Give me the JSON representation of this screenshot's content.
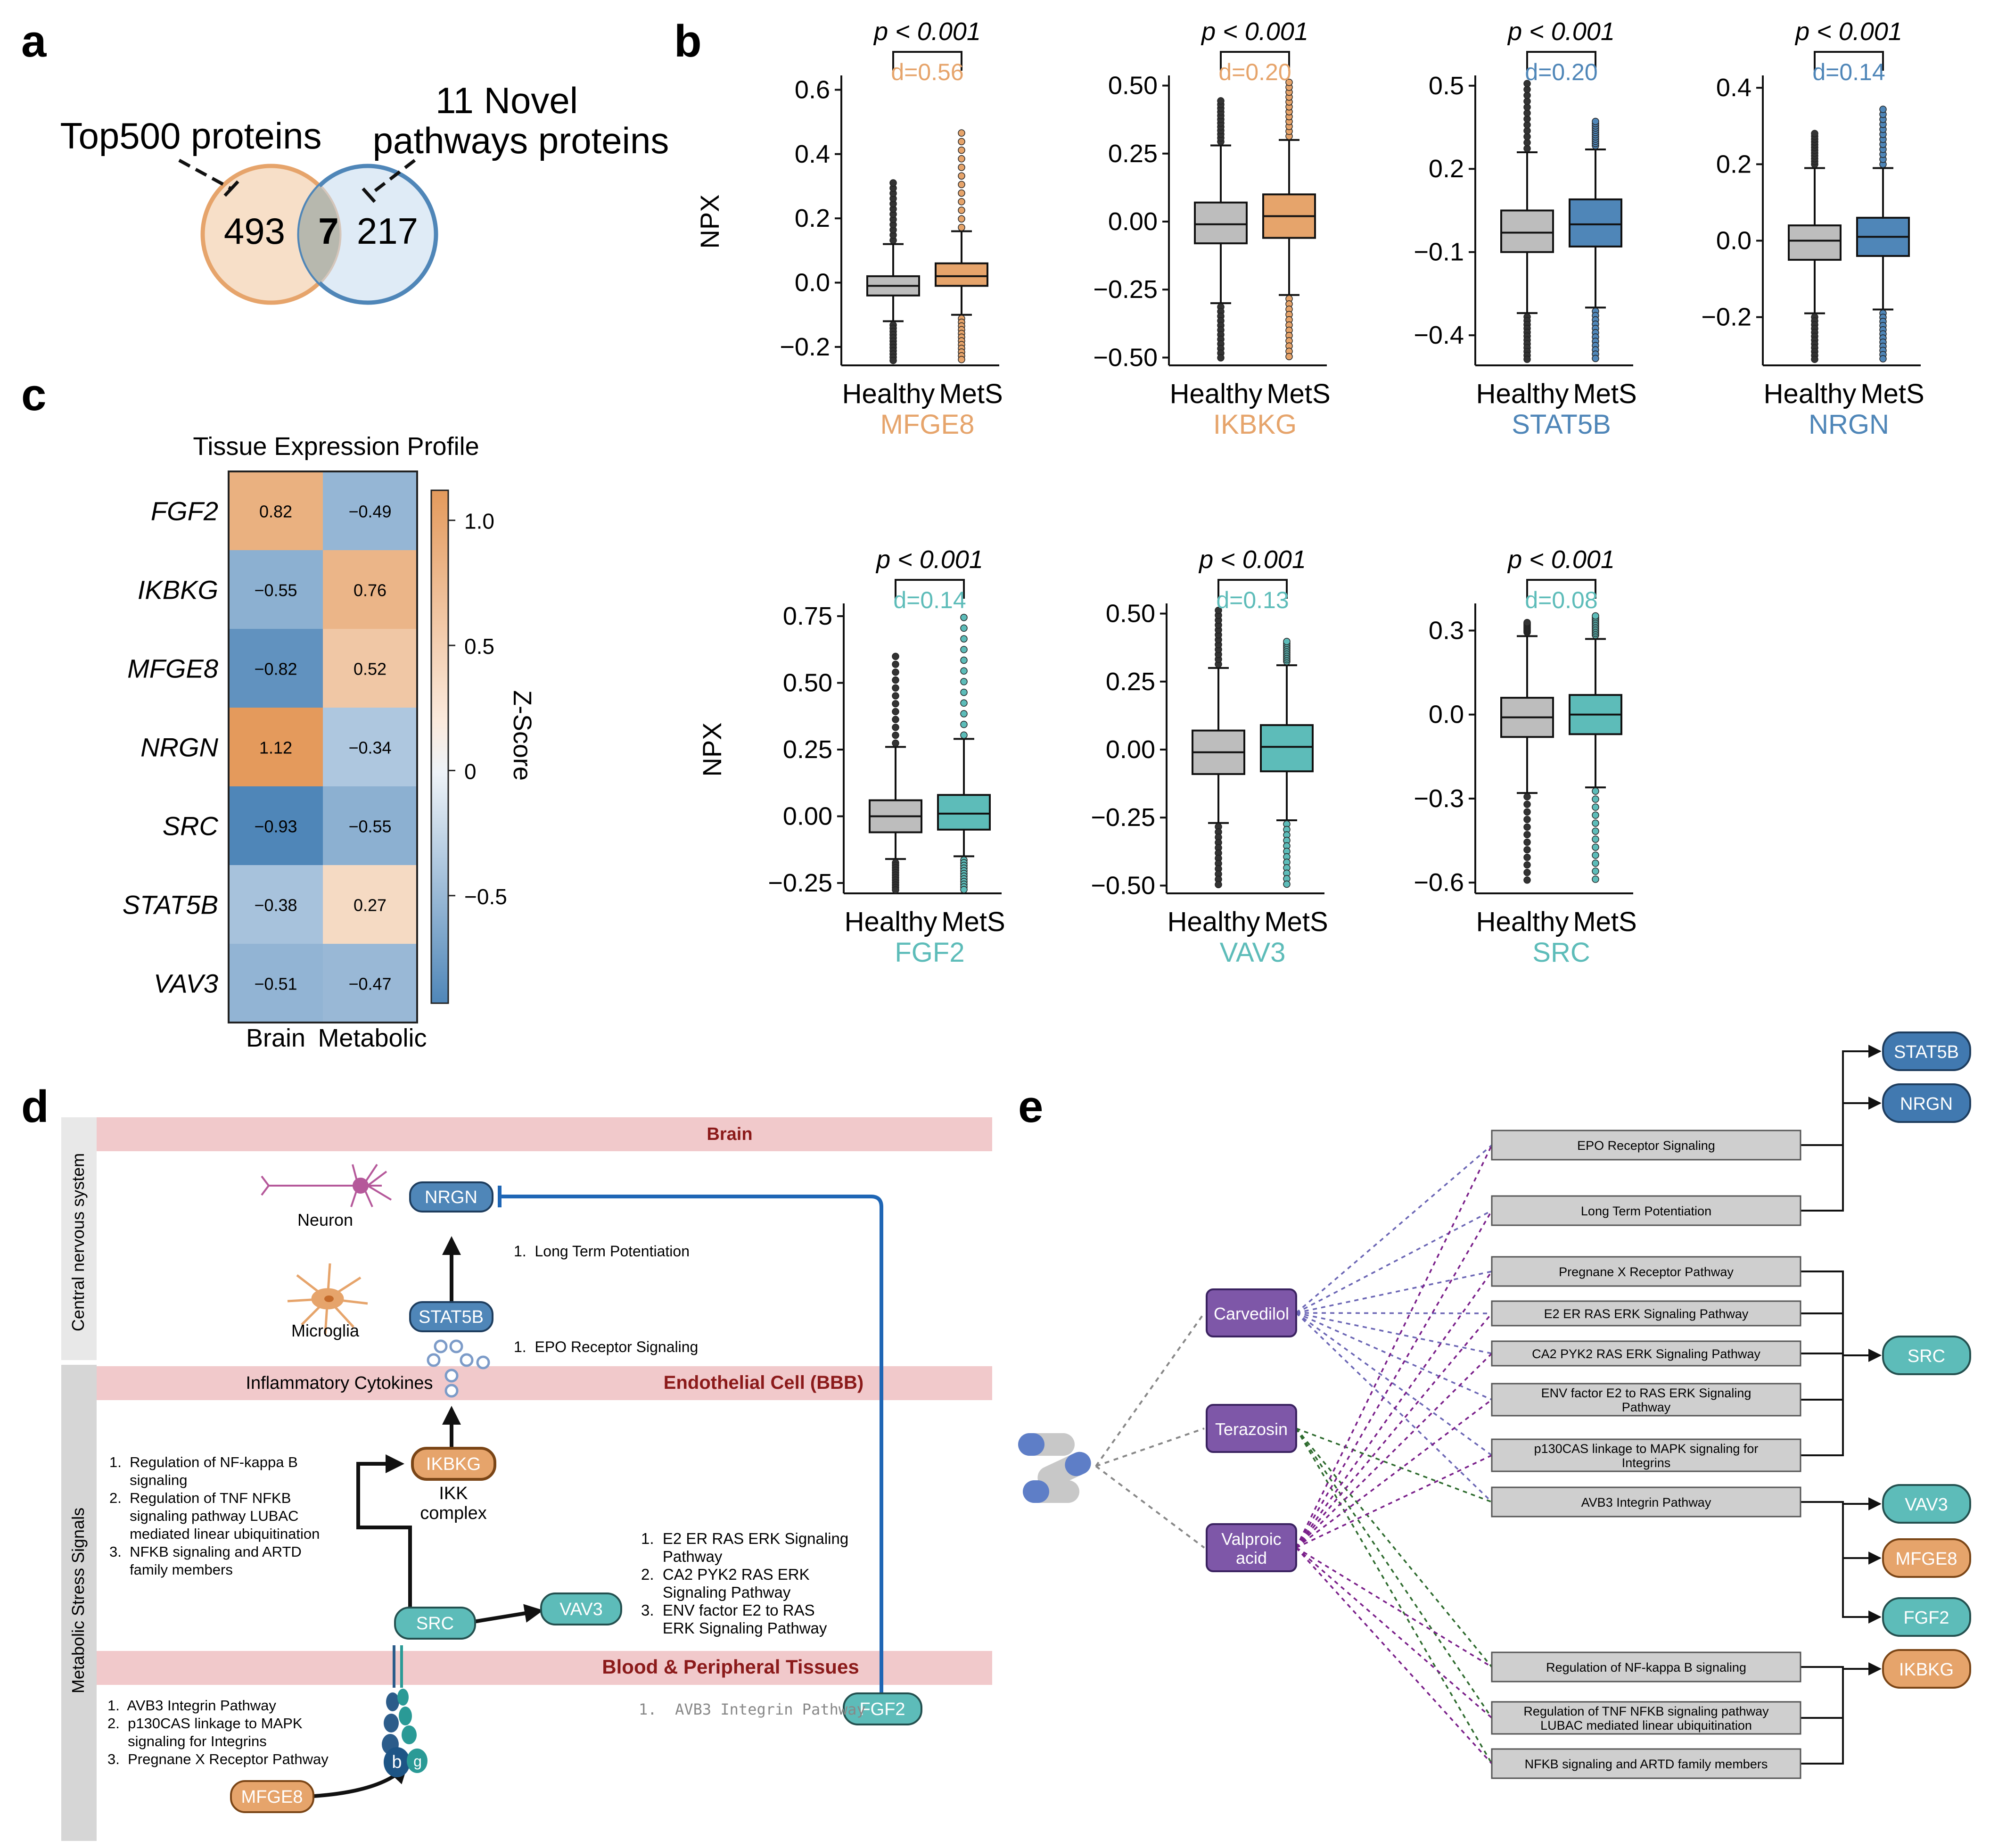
{
  "panel_letters": {
    "a": "a",
    "b": "b",
    "c": "c",
    "d": "d",
    "e": "e"
  },
  "colors": {
    "orange": "#E6A46B",
    "orange_dark": "#D9823F",
    "orange_light": "#F6DCC2",
    "blue": "#4F86B8",
    "blue_light": "#C9DDF0",
    "teal": "#5DBCB9",
    "gray_box": "#BDBDBD",
    "pink_band": "#F1C9CB",
    "band_text": "#8B1A1A",
    "purple": "#7E57A8",
    "stat5b_node": "#4179B0",
    "red_text": "#C0392B"
  },
  "venn": {
    "left_label": "Top500 proteins",
    "right_label_line1": "11 Novel",
    "right_label_line2": "pathways proteins",
    "left_only": "493",
    "overlap": "7",
    "right_only": "217"
  },
  "boxplots": {
    "p_label": "p < 0.001",
    "ylabel": "NPX",
    "group_labels": [
      "Healthy",
      "MetS"
    ],
    "row1": [
      {
        "gene": "MFGE8",
        "d": "d=0.56",
        "color": "#E6A46B",
        "ticks": [
          "0.6",
          "0.4",
          "0.2",
          "0.0",
          "−0.2"
        ]
      },
      {
        "gene": "IKBKG",
        "d": "d=0.20",
        "color": "#E6A46B",
        "ticks": [
          "0.50",
          "0.25",
          "0.00",
          "−0.25",
          "−0.50"
        ]
      },
      {
        "gene": "STAT5B",
        "d": "d=0.20",
        "color": "#4F86B8",
        "ticks": [
          "0.5",
          "0.2",
          "−0.1",
          "−0.4"
        ]
      },
      {
        "gene": "NRGN",
        "d": "d=0.14",
        "color": "#4F86B8",
        "ticks": [
          "0.4",
          "0.2",
          "0.0",
          "−0.2"
        ]
      }
    ],
    "row2": [
      {
        "gene": "FGF2",
        "d": "d=0.14",
        "color": "#5DBCB9",
        "ticks": [
          "0.75",
          "0.50",
          "0.25",
          "0.00",
          "−0.25"
        ]
      },
      {
        "gene": "VAV3",
        "d": "d=0.13",
        "color": "#5DBCB9",
        "ticks": [
          "0.50",
          "0.25",
          "0.00",
          "−0.25",
          "−0.50"
        ]
      },
      {
        "gene": "SRC",
        "d": "d=0.08",
        "color": "#5DBCB9",
        "ticks": [
          "0.3",
          "0.0",
          "−0.3",
          "−0.6"
        ]
      }
    ]
  },
  "heatmap": {
    "title": "Tissue Expression Profile",
    "rows": [
      "FGF2",
      "IKBKG",
      "MFGE8",
      "NRGN",
      "SRC",
      "STAT5B",
      "VAV3"
    ],
    "columns": [
      "Brain",
      "Metabolic"
    ],
    "values": [
      [
        "0.82",
        "−0.49"
      ],
      [
        "−0.55",
        "0.76"
      ],
      [
        "−0.82",
        "0.52"
      ],
      [
        "1.12",
        "−0.34"
      ],
      [
        "−0.93",
        "−0.55"
      ],
      [
        "−0.38",
        "0.27"
      ],
      [
        "−0.51",
        "−0.47"
      ]
    ],
    "colorbar_label": "Z-Score",
    "colorbar_ticks": [
      "1.0",
      "0.5",
      "0",
      "−0.5"
    ]
  },
  "chart_data": [
    {
      "type": "heatmap",
      "title": "Tissue Expression Profile",
      "rows": [
        "FGF2",
        "IKBKG",
        "MFGE8",
        "NRGN",
        "SRC",
        "STAT5B",
        "VAV3"
      ],
      "columns": [
        "Brain",
        "Metabolic"
      ],
      "values": [
        [
          0.82,
          -0.49
        ],
        [
          -0.55,
          0.76
        ],
        [
          -0.82,
          0.52
        ],
        [
          1.12,
          -0.34
        ],
        [
          -0.93,
          -0.55
        ],
        [
          -0.38,
          0.27
        ],
        [
          -0.51,
          -0.47
        ]
      ],
      "colorbar_label": "Z-Score",
      "colorbar_range": [
        -0.93,
        1.12
      ]
    },
    {
      "type": "box",
      "gene": "MFGE8",
      "categories": [
        "Healthy",
        "MetS"
      ],
      "ylabel": "NPX",
      "ylim": [
        -0.25,
        0.63
      ],
      "series": [
        {
          "name": "Healthy",
          "median": -0.01,
          "q1": -0.04,
          "q3": 0.02,
          "whisker_low": -0.12,
          "whisker_high": 0.12
        },
        {
          "name": "MetS",
          "median": 0.02,
          "q1": -0.01,
          "q3": 0.06,
          "whisker_low": -0.1,
          "whisker_high": 0.16
        }
      ]
    },
    {
      "type": "box",
      "gene": "IKBKG",
      "categories": [
        "Healthy",
        "MetS"
      ],
      "ylabel": "",
      "ylim": [
        -0.52,
        0.52
      ],
      "series": [
        {
          "name": "Healthy",
          "median": -0.01,
          "q1": -0.08,
          "q3": 0.07,
          "whisker_low": -0.3,
          "whisker_high": 0.28
        },
        {
          "name": "MetS",
          "median": 0.02,
          "q1": -0.06,
          "q3": 0.1,
          "whisker_low": -0.27,
          "whisker_high": 0.3
        }
      ]
    },
    {
      "type": "box",
      "gene": "STAT5B",
      "categories": [
        "Healthy",
        "MetS"
      ],
      "ylabel": "",
      "ylim": [
        -0.5,
        0.52
      ],
      "series": [
        {
          "name": "Healthy",
          "median": -0.03,
          "q1": -0.1,
          "q3": 0.05,
          "whisker_low": -0.32,
          "whisker_high": 0.26
        },
        {
          "name": "MetS",
          "median": 0.0,
          "q1": -0.08,
          "q3": 0.09,
          "whisker_low": -0.3,
          "whisker_high": 0.27
        }
      ]
    },
    {
      "type": "box",
      "gene": "NRGN",
      "categories": [
        "Healthy",
        "MetS"
      ],
      "ylabel": "",
      "ylim": [
        -0.32,
        0.42
      ],
      "series": [
        {
          "name": "Healthy",
          "median": 0.0,
          "q1": -0.05,
          "q3": 0.04,
          "whisker_low": -0.19,
          "whisker_high": 0.19
        },
        {
          "name": "MetS",
          "median": 0.01,
          "q1": -0.04,
          "q3": 0.06,
          "whisker_low": -0.18,
          "whisker_high": 0.19
        }
      ]
    },
    {
      "type": "box",
      "gene": "FGF2",
      "categories": [
        "Healthy",
        "MetS"
      ],
      "ylabel": "NPX",
      "ylim": [
        -0.28,
        0.78
      ],
      "series": [
        {
          "name": "Healthy",
          "median": 0.0,
          "q1": -0.06,
          "q3": 0.06,
          "whisker_low": -0.16,
          "whisker_high": 0.26
        },
        {
          "name": "MetS",
          "median": 0.01,
          "q1": -0.05,
          "q3": 0.08,
          "whisker_low": -0.15,
          "whisker_high": 0.29
        }
      ]
    },
    {
      "type": "box",
      "gene": "VAV3",
      "categories": [
        "Healthy",
        "MetS"
      ],
      "ylabel": "",
      "ylim": [
        -0.52,
        0.52
      ],
      "series": [
        {
          "name": "Healthy",
          "median": -0.01,
          "q1": -0.09,
          "q3": 0.07,
          "whisker_low": -0.27,
          "whisker_high": 0.3
        },
        {
          "name": "MetS",
          "median": 0.01,
          "q1": -0.08,
          "q3": 0.09,
          "whisker_low": -0.26,
          "whisker_high": 0.31
        }
      ]
    },
    {
      "type": "box",
      "gene": "SRC",
      "categories": [
        "Healthy",
        "MetS"
      ],
      "ylabel": "",
      "ylim": [
        -0.63,
        0.38
      ],
      "series": [
        {
          "name": "Healthy",
          "median": -0.01,
          "q1": -0.08,
          "q3": 0.06,
          "whisker_low": -0.28,
          "whisker_high": 0.28
        },
        {
          "name": "MetS",
          "median": 0.0,
          "q1": -0.07,
          "q3": 0.07,
          "whisker_low": -0.26,
          "whisker_high": 0.27
        }
      ]
    }
  ],
  "pathway_diagram": {
    "side_labels": [
      "Central nervous system",
      "Metabolic Stress Signals"
    ],
    "bands": [
      "Brain",
      "Endothelial Cell (BBB)",
      "Blood & Peripheral Tissues"
    ],
    "cells": [
      "Neuron",
      "Microglia"
    ],
    "nodes": [
      "NRGN",
      "STAT5B",
      "IKBKG",
      "SRC",
      "VAV3",
      "FGF2",
      "MFGE8"
    ],
    "ikk_complex": [
      "IKK",
      "complex"
    ],
    "cytokines": "Inflammatory Cytokines",
    "integrin_letters": [
      "b",
      "g"
    ],
    "nrgn_note": [
      "1.  Long Term Potentiation"
    ],
    "stat5b_note": [
      "1.  EPO Receptor Signaling"
    ],
    "nfkb_notes": [
      "1.  Regulation of NF-kappa B",
      "     signaling",
      "2.  Regulation of TNF NFKB",
      "     signaling pathway LUBAC",
      "     mediated linear ubiquitination",
      "3.  NFKB signaling and ARTD",
      "     family members"
    ],
    "erk_notes": [
      "1.  E2 ER RAS ERK Signaling",
      "     Pathway",
      "2.  CA2 PYK2 RAS ERK",
      "     Signaling Pathway",
      "3.  ENV factor E2 to RAS",
      "     ERK Signaling Pathway"
    ],
    "integrin_notes": [
      "1.  AVB3 Integrin Pathway",
      "2.  p130CAS linkage to MAPK",
      "     signaling for Integrins",
      "3.  Pregnane X Receptor Pathway"
    ],
    "fgf2_note": "1.  AVB3 Integrin Pathway"
  },
  "network": {
    "drugs": [
      [
        "Carvedilol"
      ],
      [
        "Terazosin"
      ],
      [
        "Valproic",
        "acid"
      ]
    ],
    "pathways": [
      [
        "EPO Receptor Signaling"
      ],
      [
        "Long Term Potentiation"
      ],
      [
        "Pregnane X Receptor Pathway"
      ],
      [
        "E2 ER RAS ERK Signaling Pathway"
      ],
      [
        "CA2 PYK2 RAS ERK Signaling Pathway"
      ],
      [
        "ENV factor E2 to RAS ERK Signaling",
        "Pathway"
      ],
      [
        "p130CAS linkage to MAPK signaling for",
        "Integrins"
      ],
      [
        "AVB3 Integrin Pathway"
      ],
      [
        "Regulation of NF-kappa B signaling"
      ],
      [
        "Regulation of TNF NFKB signaling pathway",
        "LUBAC mediated linear ubiquitination"
      ],
      [
        "NFKB signaling and ARTD family members"
      ]
    ],
    "genes": [
      "STAT5B",
      "NRGN",
      "SRC",
      "VAV3",
      "MFGE8",
      "FGF2",
      "IKBKG"
    ]
  }
}
